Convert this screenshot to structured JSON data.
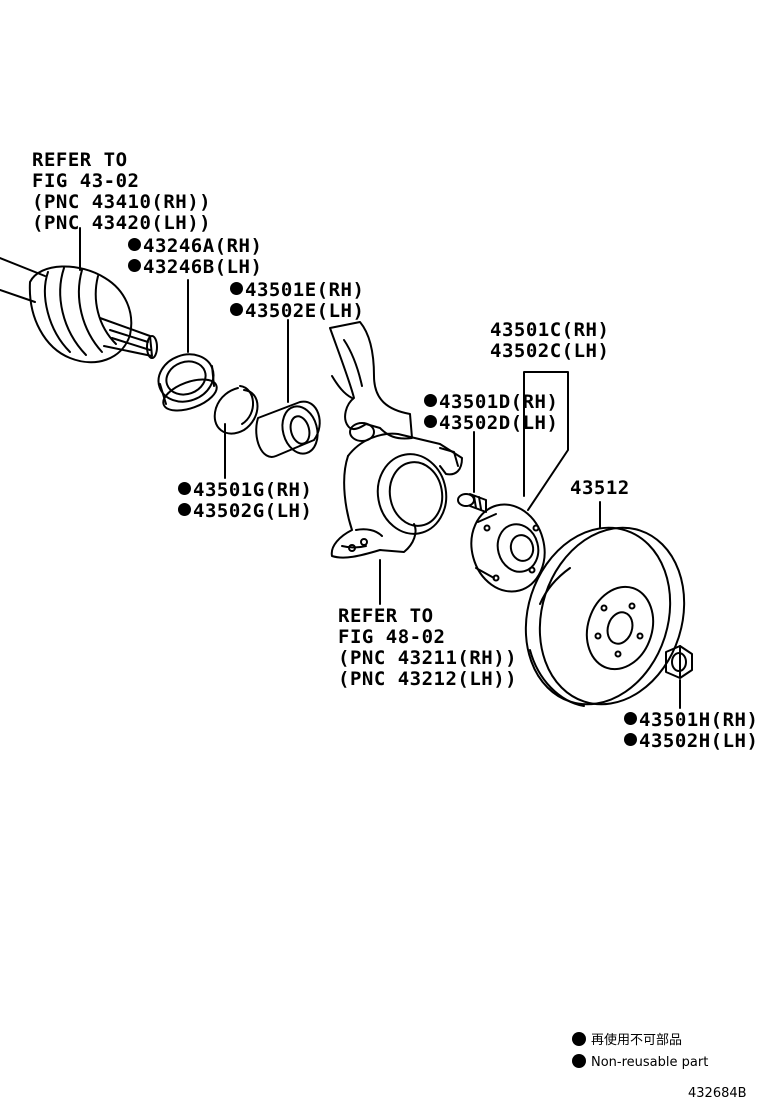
{
  "callouts": {
    "driveshaft_ref": [
      "REFER TO",
      "FIG 43-02",
      "(PNC 43410(RH))",
      "(PNC 43420(LH))"
    ],
    "knuckle_ref": [
      "REFER TO",
      "FIG 48-02",
      "(PNC 43211(RH))",
      "(PNC 43212(LH))"
    ],
    "deflector_rh": "43246A(RH)",
    "deflector_lh": "43246B(LH)",
    "bearing_rh": "43501E(RH)",
    "bearing_lh": "43502E(LH)",
    "snap_ring_rh": "43501G(RH)",
    "snap_ring_lh": "43502G(LH)",
    "hub_rh": "43501C(RH)",
    "hub_lh": "43502C(LH)",
    "hub_bolt_rh": "43501D(RH)",
    "hub_bolt_lh": "43502D(LH)",
    "disc": "43512",
    "hub_nut_rh": "43501H(RH)",
    "hub_nut_lh": "43502H(LH)"
  },
  "legend": {
    "jp": "再使用不可部品",
    "en": "Non-reusable part"
  },
  "figure_id": "432684B"
}
